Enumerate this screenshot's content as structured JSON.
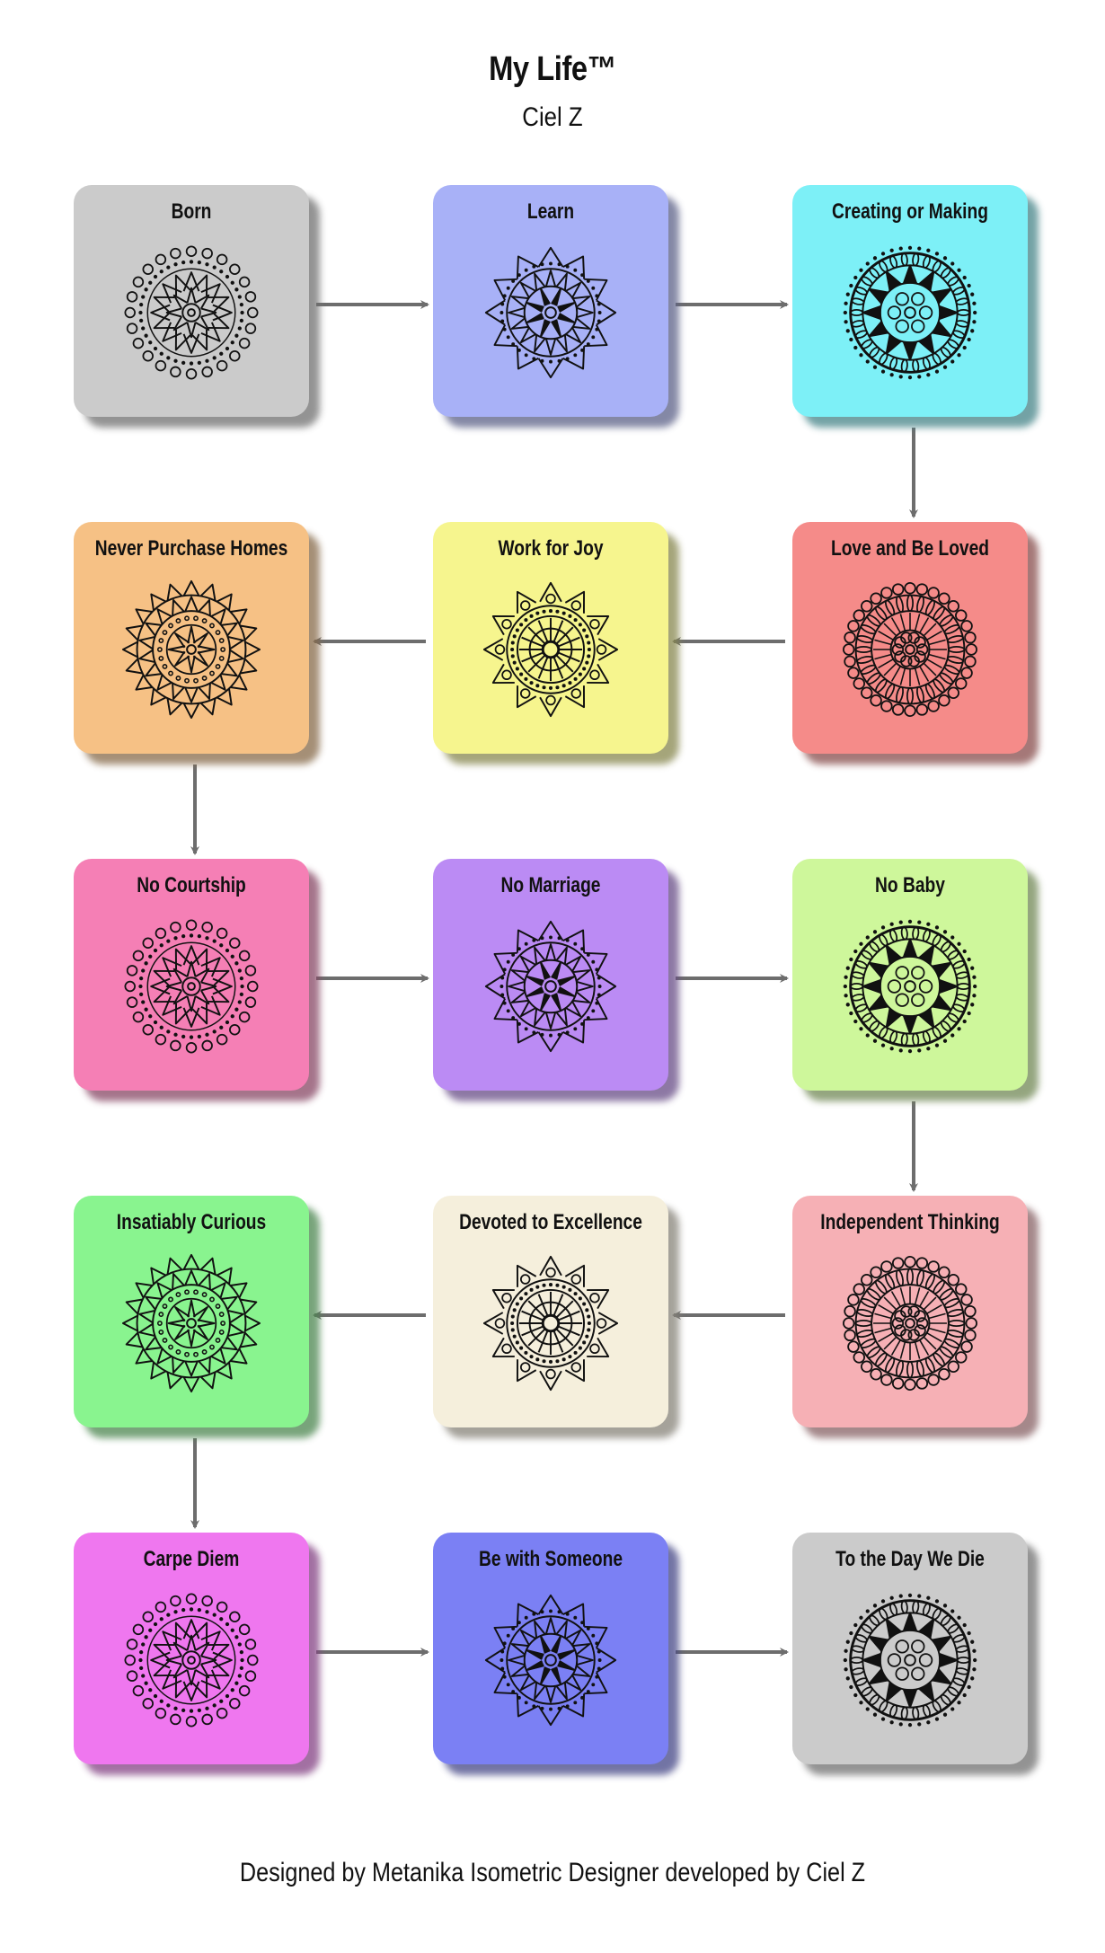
{
  "header": {
    "title": "My Life™",
    "subtitle": "Ciel Z"
  },
  "footer": {
    "credit": "Designed by Metanika Isometric Designer developed by Ciel Z"
  },
  "colors": {
    "arrow": "#6d6d6d",
    "ink": "#111111"
  },
  "steps": [
    {
      "label": "Born",
      "color": "#cbcbcb",
      "icon": "mandala-flower-icon"
    },
    {
      "label": "Learn",
      "color": "#a8b1f7",
      "icon": "mandala-star-icon"
    },
    {
      "label": "Creating or Making",
      "color": "#7df0f7",
      "icon": "mandala-sun-icon"
    },
    {
      "label": "Love and Be Loved",
      "color": "#f58b89",
      "icon": "mandala-lace-icon"
    },
    {
      "label": "Work for Joy",
      "color": "#f6f58e",
      "icon": "mandala-wheel-icon"
    },
    {
      "label": "Never Purchase Homes",
      "color": "#f6c185",
      "icon": "mandala-spiral-icon"
    },
    {
      "label": "No Courtship",
      "color": "#f57fb5",
      "icon": "mandala-flower-icon"
    },
    {
      "label": "No Marriage",
      "color": "#bb8bf4",
      "icon": "mandala-star-icon"
    },
    {
      "label": "No Baby",
      "color": "#cef79b",
      "icon": "mandala-sun-icon"
    },
    {
      "label": "Independent Thinking",
      "color": "#f6b0b5",
      "icon": "mandala-lace-icon"
    },
    {
      "label": "Devoted to Excellence",
      "color": "#f5efdc",
      "icon": "mandala-wheel-icon"
    },
    {
      "label": "Insatiably Curious",
      "color": "#89f48f",
      "icon": "mandala-spiral-icon"
    },
    {
      "label": "Carpe Diem",
      "color": "#ef77ef",
      "icon": "mandala-flower-icon"
    },
    {
      "label": "Be with Someone",
      "color": "#7b80f4",
      "icon": "mandala-star-icon"
    },
    {
      "label": "To the Day We Die",
      "color": "#cbcbcb",
      "icon": "mandala-sun-icon"
    }
  ]
}
